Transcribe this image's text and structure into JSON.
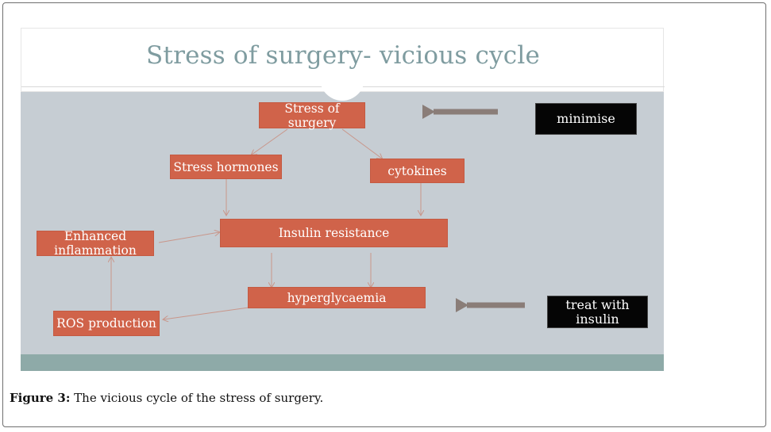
{
  "slide": {
    "title": "Stress of surgery- vicious cycle"
  },
  "nodes": {
    "stress_of_surgery": "Stress of surgery",
    "stress_hormones": "Stress hormones",
    "cytokines": "cytokines",
    "insulin_resistance": "Insulin resistance",
    "enhanced_inflammation": "Enhanced inflammation",
    "hyperglycaemia": "hyperglycaemia",
    "ros_production": "ROS production"
  },
  "callouts": {
    "minimise": "minimise",
    "treat_with_insulin": "treat with insulin"
  },
  "caption": {
    "label": "Figure 3:",
    "text": " The vicious cycle of the stress of surgery."
  },
  "colors": {
    "node_fill": "#d0634a",
    "slide_background": "#c6cdd3",
    "title_text": "#7f9ca0",
    "callout_fill": "#050505",
    "big_arrow": "#8a7d78",
    "connector": "#c9968a"
  }
}
